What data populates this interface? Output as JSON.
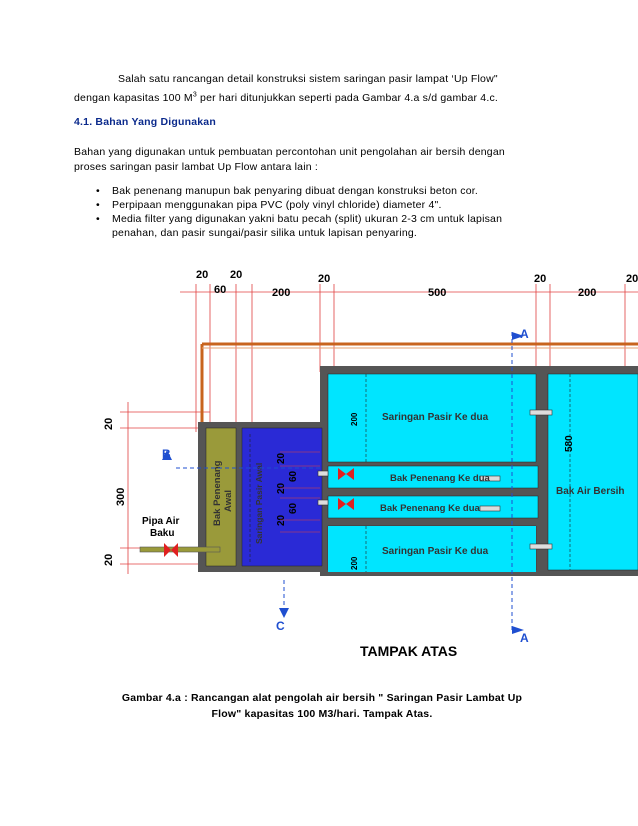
{
  "intro": {
    "line1": "Salah satu rancangan detail konstruksi sistem saringan pasir lampat ‘Up Flow\"",
    "line2_pre": "dengan kapasitas 100 M",
    "line2_sup": "3",
    "line2_post": " per hari ditunjukkan seperti pada Gambar 4.a s/d gambar 4.c."
  },
  "heading": "4.1. Bahan Yang Digunakan",
  "paragraph": {
    "line1": "Bahan yang digunakan untuk pembuatan percontohan unit pengolahan air bersih dengan",
    "line2": "proses saringan pasir lambat Up Flow antara lain :"
  },
  "bullets": [
    {
      "line1": "Bak penenang manupun bak penyaring dibuat dengan konstruksi beton cor.",
      "line2": ""
    },
    {
      "line1": "Perpipaan menggunakan pipa PVC (poly vinyl chloride) diameter 4\".",
      "line2": ""
    },
    {
      "line1": "Media filter yang digunakan yakni batu pecah (split) ukuran 2-3 cm untuk lapisan",
      "line2": "penahan, dan pasir sungai/pasir silika untuk lapisan penyaring."
    }
  ],
  "bullet_symbol": "•",
  "drawing": {
    "top_dims": [
      "20",
      "20",
      "60",
      "200",
      "20",
      "500",
      "20",
      "200",
      "20"
    ],
    "left_dims": [
      "20",
      "300",
      "20"
    ],
    "section_a": "A",
    "section_b": "B",
    "section_c": "C",
    "inner_dims": [
      "20",
      "60",
      "20",
      "60",
      "20"
    ],
    "dim_200_top": "200",
    "dim_200_bottom": "200",
    "dim_580": "580",
    "labels": {
      "saringan_kedua_top": "Saringan Pasir Ke dua",
      "saringan_kedua_bottom": "Saringan Pasir Ke dua",
      "bak_penenang_kedua_1": "Bak Penenang Ke dua",
      "bak_penenang_kedua_2": "Bak Penenang Ke dua",
      "bak_air_bersih": "Bak Air Bersih",
      "bak_penenang_awal_1": "Bak Penenang",
      "bak_penenang_awal_2": "Awal",
      "saringan_pasir_awal": "Saringan Pasir Awal",
      "pipa_air_baku_1": "Pipa Air",
      "pipa_air_baku_2": "Baku",
      "tampak_atas": "TAMPAK ATAS"
    },
    "colors": {
      "water": "#00e5ff",
      "wall": "#555555",
      "penenang_awal": "#9a9a3a",
      "saringan_awal": "#2a2ad6",
      "pipe_orange": "#c8641e",
      "valve": "#e02020",
      "dim_red": "#e04040",
      "section_blue": "#1f4fd0"
    }
  },
  "caption": {
    "line1": "Gambar 4.a : Rancangan alat pengolah air bersih \" Saringan Pasir Lambat Up",
    "line2": "Flow\" kapasitas 100 M3/hari. Tampak Atas."
  }
}
